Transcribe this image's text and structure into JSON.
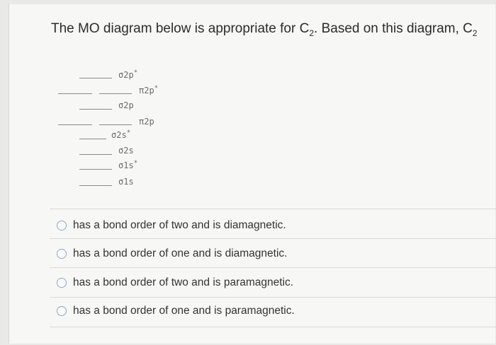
{
  "question": {
    "text_before": "The MO diagram below is appropriate for C",
    "sub1": "2",
    "text_middle": ". Based on this diagram, C",
    "sub2": "2"
  },
  "diagram": {
    "orbitals": [
      {
        "name": "σ2p",
        "star": "*"
      },
      {
        "name": "π2p",
        "star": "*"
      },
      {
        "name": "σ2p",
        "star": ""
      },
      {
        "name": "π2p",
        "star": ""
      },
      {
        "name": "σ2s",
        "star": "*"
      },
      {
        "name": "σ2s",
        "star": ""
      },
      {
        "name": "σ1s",
        "star": "*"
      },
      {
        "name": "σ1s",
        "star": ""
      }
    ]
  },
  "options": [
    {
      "label": "has a bond order of two and is diamagnetic."
    },
    {
      "label": "has a bond order of one and is diamagnetic."
    },
    {
      "label": "has a bond order of two and is paramagnetic."
    },
    {
      "label": "has a bond order of one and is paramagnetic."
    }
  ]
}
